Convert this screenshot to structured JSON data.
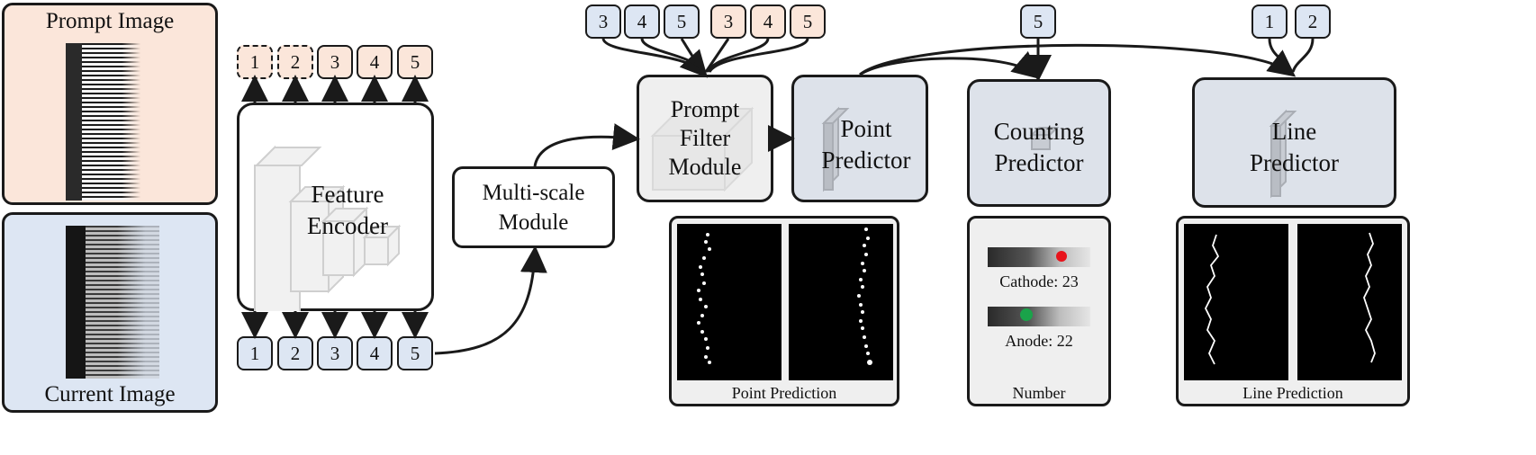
{
  "left": {
    "prompt_title": "Prompt Image",
    "current_title": "Current Image"
  },
  "encoder": {
    "label_line1": "Feature",
    "label_line2": "Encoder",
    "top_tokens": [
      "1",
      "2",
      "3",
      "4",
      "5"
    ],
    "bottom_tokens": [
      "1",
      "2",
      "3",
      "4",
      "5"
    ]
  },
  "multiscale": {
    "line1": "Multi-scale",
    "line2": "Module"
  },
  "prompt_filter": {
    "line1": "Prompt",
    "line2": "Filter",
    "line3": "Module",
    "inputs": [
      "3",
      "4",
      "5",
      "3",
      "4",
      "5"
    ]
  },
  "point_predictor": {
    "line1": "Point",
    "line2": "Predictor",
    "output_label": "Point Prediction"
  },
  "counting_predictor": {
    "line1": "Counting",
    "line2": "Predictor",
    "input": "5",
    "cathode": "Cathode: 23",
    "anode": "Anode: 22",
    "output_label": "Number"
  },
  "line_predictor": {
    "line1": "Line",
    "line2": "Predictor",
    "inputs": [
      "1",
      "2"
    ],
    "output_label": "Line Prediction"
  },
  "colors": {
    "peach": "#fbe6da",
    "blue": "#dde6f3",
    "gray": "#efefef",
    "cathode_dot": "#e8131b",
    "anode_dot": "#1aa34a"
  }
}
